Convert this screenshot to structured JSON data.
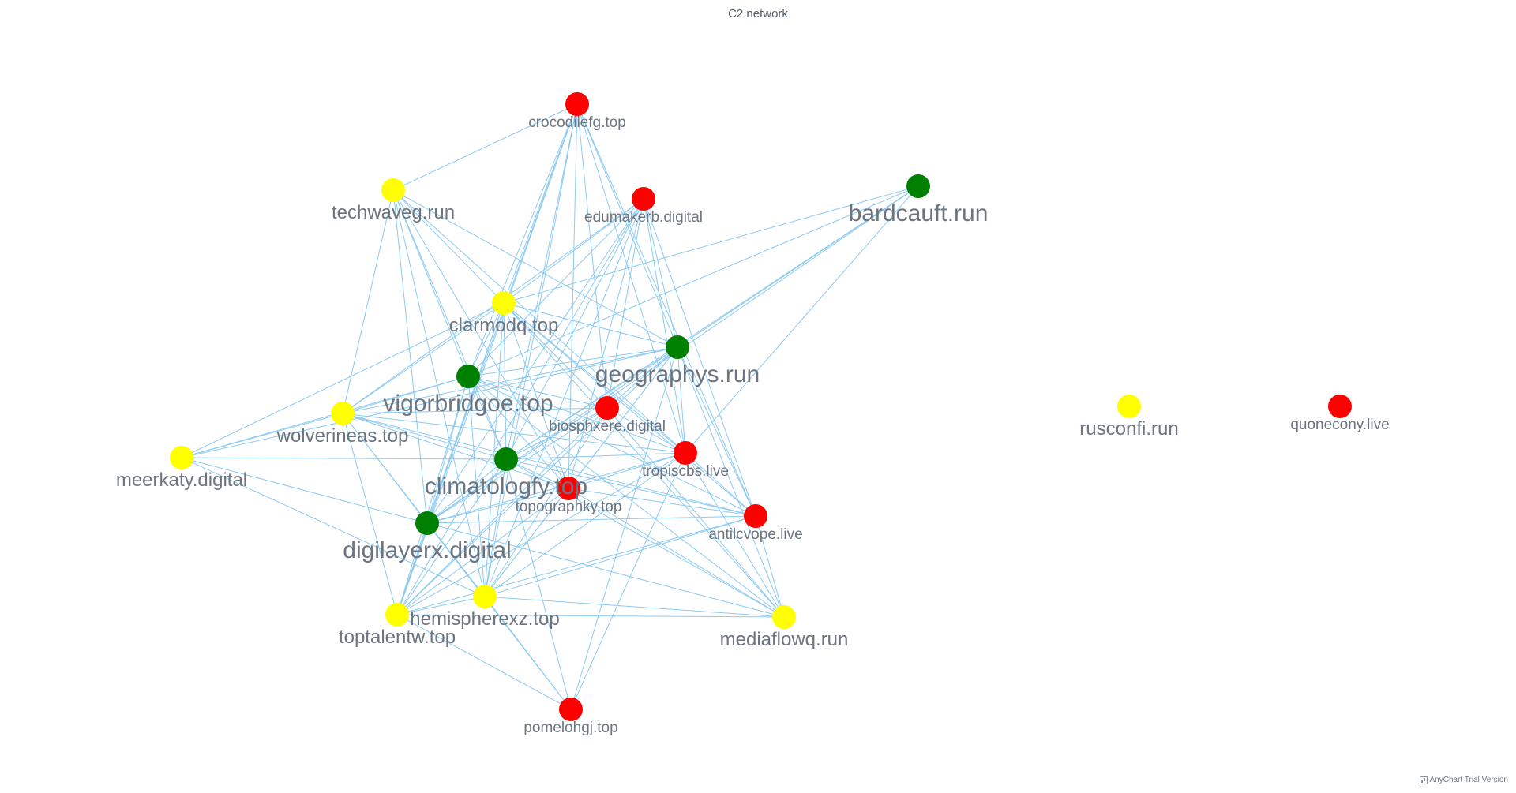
{
  "chart": {
    "title": "C2 network",
    "credits": "AnyChart Trial Version"
  },
  "colors": {
    "edge": "#8ccaf2",
    "label": "#6b7480",
    "group_red": "#ff0000",
    "group_yellow": "#ffff00",
    "group_green": "#008000"
  },
  "chart_data": {
    "type": "network",
    "title": "C2 network",
    "nodes": [
      {
        "id": "crocodilefg.top",
        "color": "red",
        "size": "small"
      },
      {
        "id": "techwaveg.run",
        "color": "yellow",
        "size": "medium"
      },
      {
        "id": "edumakerb.digital",
        "color": "red",
        "size": "small"
      },
      {
        "id": "bardcauft.run",
        "color": "green",
        "size": "large"
      },
      {
        "id": "clarmodq.top",
        "color": "yellow",
        "size": "medium"
      },
      {
        "id": "geographys.run",
        "color": "green",
        "size": "large"
      },
      {
        "id": "vigorbridgoe.top",
        "color": "green",
        "size": "large"
      },
      {
        "id": "biosphxere.digital",
        "color": "red",
        "size": "small"
      },
      {
        "id": "wolverineas.top",
        "color": "yellow",
        "size": "medium"
      },
      {
        "id": "meerkaty.digital",
        "color": "yellow",
        "size": "medium"
      },
      {
        "id": "tropiscbs.live",
        "color": "red",
        "size": "small"
      },
      {
        "id": "climatologfy.top",
        "color": "green",
        "size": "large"
      },
      {
        "id": "topographky.top",
        "color": "red",
        "size": "small"
      },
      {
        "id": "antilcvope.live",
        "color": "red",
        "size": "small"
      },
      {
        "id": "digilayerx.digital",
        "color": "green",
        "size": "large"
      },
      {
        "id": "hemispherexz.top",
        "color": "yellow",
        "size": "medium"
      },
      {
        "id": "toptalentw.top",
        "color": "yellow",
        "size": "medium"
      },
      {
        "id": "mediaflowq.run",
        "color": "yellow",
        "size": "medium"
      },
      {
        "id": "pomelohgj.top",
        "color": "red",
        "size": "small"
      },
      {
        "id": "rusconfi.run",
        "color": "yellow",
        "size": "medium"
      },
      {
        "id": "quonecony.live",
        "color": "red",
        "size": "small"
      }
    ],
    "edges": [
      [
        "crocodilefg.top",
        "techwaveg.run"
      ],
      [
        "crocodilefg.top",
        "clarmodq.top"
      ],
      [
        "crocodilefg.top",
        "geographys.run"
      ],
      [
        "crocodilefg.top",
        "vigorbridgoe.top"
      ],
      [
        "crocodilefg.top",
        "biosphxere.digital"
      ],
      [
        "crocodilefg.top",
        "tropiscbs.live"
      ],
      [
        "crocodilefg.top",
        "climatologfy.top"
      ],
      [
        "crocodilefg.top",
        "topographky.top"
      ],
      [
        "crocodilefg.top",
        "digilayerx.digital"
      ],
      [
        "crocodilefg.top",
        "hemispherexz.top"
      ],
      [
        "crocodilefg.top",
        "antilcvope.live"
      ],
      [
        "crocodilefg.top",
        "toptalentw.top"
      ],
      [
        "techwaveg.run",
        "clarmodq.top"
      ],
      [
        "techwaveg.run",
        "geographys.run"
      ],
      [
        "techwaveg.run",
        "vigorbridgoe.top"
      ],
      [
        "techwaveg.run",
        "wolverineas.top"
      ],
      [
        "techwaveg.run",
        "climatologfy.top"
      ],
      [
        "techwaveg.run",
        "digilayerx.digital"
      ],
      [
        "techwaveg.run",
        "tropiscbs.live"
      ],
      [
        "techwaveg.run",
        "topographky.top"
      ],
      [
        "techwaveg.run",
        "hemispherexz.top"
      ],
      [
        "edumakerb.digital",
        "clarmodq.top"
      ],
      [
        "edumakerb.digital",
        "geographys.run"
      ],
      [
        "edumakerb.digital",
        "vigorbridgoe.top"
      ],
      [
        "edumakerb.digital",
        "biosphxere.digital"
      ],
      [
        "edumakerb.digital",
        "wolverineas.top"
      ],
      [
        "edumakerb.digital",
        "tropiscbs.live"
      ],
      [
        "edumakerb.digital",
        "climatologfy.top"
      ],
      [
        "edumakerb.digital",
        "topographky.top"
      ],
      [
        "edumakerb.digital",
        "digilayerx.digital"
      ],
      [
        "edumakerb.digital",
        "hemispherexz.top"
      ],
      [
        "edumakerb.digital",
        "antilcvope.live"
      ],
      [
        "edumakerb.digital",
        "toptalentw.top"
      ],
      [
        "bardcauft.run",
        "clarmodq.top"
      ],
      [
        "bardcauft.run",
        "geographys.run"
      ],
      [
        "bardcauft.run",
        "vigorbridgoe.top"
      ],
      [
        "bardcauft.run",
        "climatologfy.top"
      ],
      [
        "bardcauft.run",
        "digilayerx.digital"
      ],
      [
        "bardcauft.run",
        "tropiscbs.live"
      ],
      [
        "clarmodq.top",
        "geographys.run"
      ],
      [
        "clarmodq.top",
        "vigorbridgoe.top"
      ],
      [
        "clarmodq.top",
        "biosphxere.digital"
      ],
      [
        "clarmodq.top",
        "wolverineas.top"
      ],
      [
        "clarmodq.top",
        "climatologfy.top"
      ],
      [
        "clarmodq.top",
        "topographky.top"
      ],
      [
        "clarmodq.top",
        "digilayerx.digital"
      ],
      [
        "clarmodq.top",
        "hemispherexz.top"
      ],
      [
        "clarmodq.top",
        "toptalentw.top"
      ],
      [
        "clarmodq.top",
        "antilcvope.live"
      ],
      [
        "clarmodq.top",
        "tropiscbs.live"
      ],
      [
        "geographys.run",
        "vigorbridgoe.top"
      ],
      [
        "geographys.run",
        "biosphxere.digital"
      ],
      [
        "geographys.run",
        "wolverineas.top"
      ],
      [
        "geographys.run",
        "climatologfy.top"
      ],
      [
        "geographys.run",
        "topographky.top"
      ],
      [
        "geographys.run",
        "digilayerx.digital"
      ],
      [
        "geographys.run",
        "hemispherexz.top"
      ],
      [
        "geographys.run",
        "toptalentw.top"
      ],
      [
        "geographys.run",
        "tropiscbs.live"
      ],
      [
        "geographys.run",
        "antilcvope.live"
      ],
      [
        "geographys.run",
        "meerkaty.digital"
      ],
      [
        "geographys.run",
        "pomelohgj.top"
      ],
      [
        "geographys.run",
        "mediaflowq.run"
      ],
      [
        "vigorbridgoe.top",
        "biosphxere.digital"
      ],
      [
        "vigorbridgoe.top",
        "wolverineas.top"
      ],
      [
        "vigorbridgoe.top",
        "meerkaty.digital"
      ],
      [
        "vigorbridgoe.top",
        "tropiscbs.live"
      ],
      [
        "vigorbridgoe.top",
        "climatologfy.top"
      ],
      [
        "vigorbridgoe.top",
        "topographky.top"
      ],
      [
        "vigorbridgoe.top",
        "antilcvope.live"
      ],
      [
        "vigorbridgoe.top",
        "digilayerx.digital"
      ],
      [
        "vigorbridgoe.top",
        "hemispherexz.top"
      ],
      [
        "vigorbridgoe.top",
        "toptalentw.top"
      ],
      [
        "vigorbridgoe.top",
        "mediaflowq.run"
      ],
      [
        "biosphxere.digital",
        "wolverineas.top"
      ],
      [
        "biosphxere.digital",
        "climatologfy.top"
      ],
      [
        "biosphxere.digital",
        "digilayerx.digital"
      ],
      [
        "biosphxere.digital",
        "hemispherexz.top"
      ],
      [
        "biosphxere.digital",
        "toptalentw.top"
      ],
      [
        "biosphxere.digital",
        "tropiscbs.live"
      ],
      [
        "biosphxere.digital",
        "mediaflowq.run"
      ],
      [
        "wolverineas.top",
        "meerkaty.digital"
      ],
      [
        "wolverineas.top",
        "climatologfy.top"
      ],
      [
        "wolverineas.top",
        "topographky.top"
      ],
      [
        "wolverineas.top",
        "tropiscbs.live"
      ],
      [
        "wolverineas.top",
        "digilayerx.digital"
      ],
      [
        "wolverineas.top",
        "hemispherexz.top"
      ],
      [
        "wolverineas.top",
        "toptalentw.top"
      ],
      [
        "wolverineas.top",
        "antilcvope.live"
      ],
      [
        "meerkaty.digital",
        "climatologfy.top"
      ],
      [
        "meerkaty.digital",
        "digilayerx.digital"
      ],
      [
        "meerkaty.digital",
        "hemispherexz.top"
      ],
      [
        "meerkaty.digital",
        "clarmodq.top"
      ],
      [
        "tropiscbs.live",
        "climatologfy.top"
      ],
      [
        "tropiscbs.live",
        "topographky.top"
      ],
      [
        "tropiscbs.live",
        "digilayerx.digital"
      ],
      [
        "tropiscbs.live",
        "hemispherexz.top"
      ],
      [
        "tropiscbs.live",
        "toptalentw.top"
      ],
      [
        "tropiscbs.live",
        "mediaflowq.run"
      ],
      [
        "tropiscbs.live",
        "pomelohgj.top"
      ],
      [
        "tropiscbs.live",
        "antilcvope.live"
      ],
      [
        "climatologfy.top",
        "topographky.top"
      ],
      [
        "climatologfy.top",
        "digilayerx.digital"
      ],
      [
        "climatologfy.top",
        "hemispherexz.top"
      ],
      [
        "climatologfy.top",
        "toptalentw.top"
      ],
      [
        "climatologfy.top",
        "antilcvope.live"
      ],
      [
        "climatologfy.top",
        "mediaflowq.run"
      ],
      [
        "climatologfy.top",
        "pomelohgj.top"
      ],
      [
        "topographky.top",
        "digilayerx.digital"
      ],
      [
        "topographky.top",
        "hemispherexz.top"
      ],
      [
        "topographky.top",
        "toptalentw.top"
      ],
      [
        "topographky.top",
        "antilcvope.live"
      ],
      [
        "topographky.top",
        "mediaflowq.run"
      ],
      [
        "antilcvope.live",
        "digilayerx.digital"
      ],
      [
        "antilcvope.live",
        "hemispherexz.top"
      ],
      [
        "antilcvope.live",
        "toptalentw.top"
      ],
      [
        "antilcvope.live",
        "mediaflowq.run"
      ],
      [
        "digilayerx.digital",
        "hemispherexz.top"
      ],
      [
        "digilayerx.digital",
        "toptalentw.top"
      ],
      [
        "digilayerx.digital",
        "pomelohgj.top"
      ],
      [
        "digilayerx.digital",
        "mediaflowq.run"
      ],
      [
        "hemispherexz.top",
        "toptalentw.top"
      ],
      [
        "hemispherexz.top",
        "pomelohgj.top"
      ],
      [
        "hemispherexz.top",
        "mediaflowq.run"
      ],
      [
        "toptalentw.top",
        "pomelohgj.top"
      ],
      [
        "toptalentw.top",
        "mediaflowq.run"
      ],
      [
        "mediaflowq.run",
        "clarmodq.top"
      ]
    ]
  }
}
